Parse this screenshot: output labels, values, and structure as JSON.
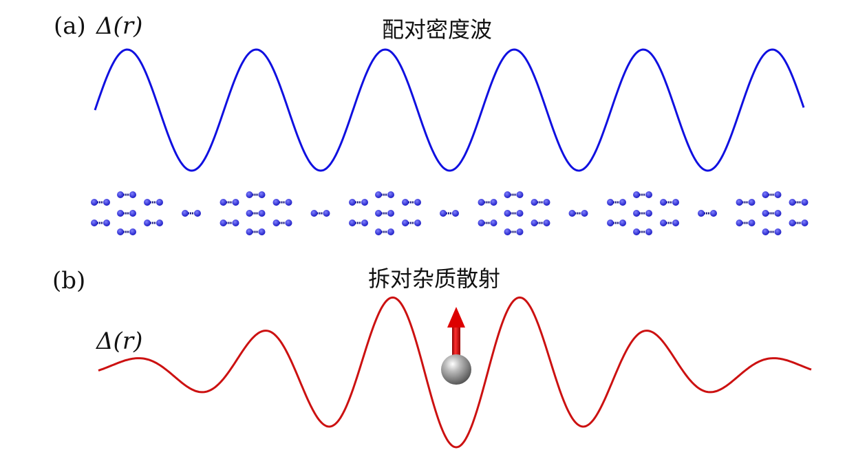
{
  "panel_a": {
    "label": "(a)",
    "symbol": "Δ(r)",
    "title": "配对密度波",
    "wave_color": "#1010e0",
    "molecule_color": "#2a2ad8"
  },
  "panel_b": {
    "label": "(b)",
    "symbol": "Δ(r)",
    "title": "拆对杂质散射",
    "wave_color": "#cc1111",
    "spin_arrow_color": "#dd0000",
    "impurity_color": "#aaaaaa"
  }
}
